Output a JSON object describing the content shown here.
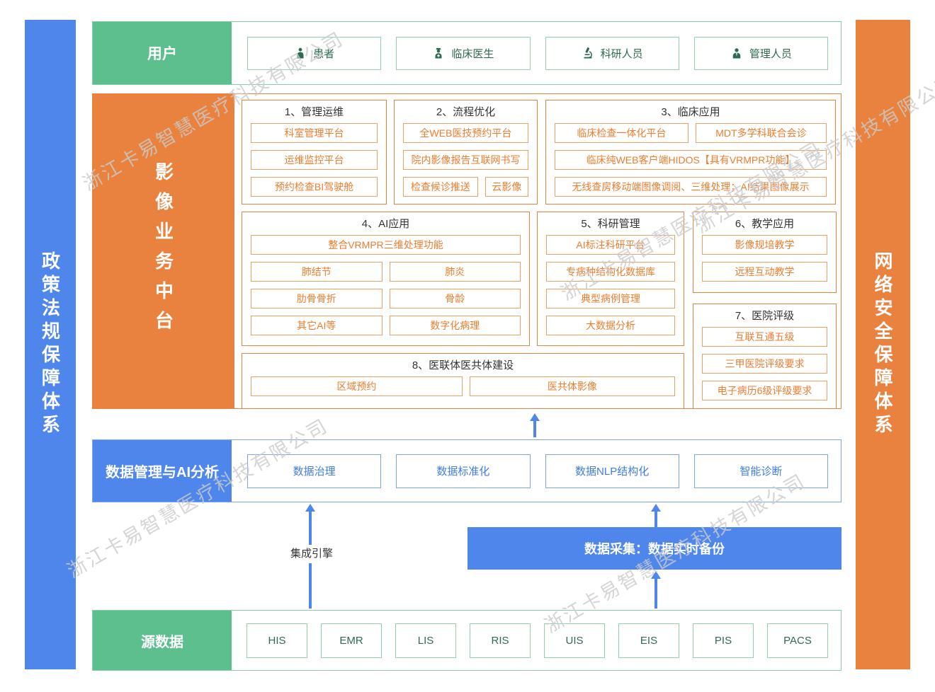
{
  "watermark": {
    "text": "浙江卡易智慧医疗科技有限公司"
  },
  "side_bars": {
    "left": {
      "label": "政策法规保障体系"
    },
    "right": {
      "label": "网络安全保障体系"
    }
  },
  "users": {
    "label": "用户",
    "items": [
      {
        "label": "患者",
        "icon": "patient-icon"
      },
      {
        "label": "临床医生",
        "icon": "doctor-icon"
      },
      {
        "label": "科研人员",
        "icon": "microscope-icon"
      },
      {
        "label": "管理人员",
        "icon": "admin-icon"
      }
    ]
  },
  "middle": {
    "label": "影像业务中台",
    "groups": [
      {
        "title": "1、管理运维",
        "items": [
          "科室管理平台",
          "运维监控平台",
          "预约检查BI驾驶舱"
        ]
      },
      {
        "title": "2、流程优化",
        "items": [
          "全WEB医技预约平台",
          "院内影像报告互联网书写",
          "检查候诊推送",
          "云影像"
        ]
      },
      {
        "title": "3、临床应用",
        "items": [
          "临床检查一体化平台",
          "MDT多学科联合会诊",
          "临床纯WEB客户端HIDOS【具有VRMPR功能】",
          "无线查房移动端图像调阅、三维处理；AI结果图像展示"
        ]
      },
      {
        "title": "4、AI应用",
        "items": [
          "整合VRMPR三维处理功能",
          "肺结节",
          "肺炎",
          "肋骨骨折",
          "骨龄",
          "其它AI等",
          "数字化病理"
        ]
      },
      {
        "title": "5、科研管理",
        "items": [
          "AI标注科研平台",
          "专病种结构化数据库",
          "典型病例管理",
          "大数据分析"
        ]
      },
      {
        "title": "6、教学应用",
        "items": [
          "影像规培教学",
          "远程互动教学"
        ]
      },
      {
        "title": "7、医院评级",
        "items": [
          "互联互通五级",
          "三甲医院评级要求",
          "电子病历6级评级要求"
        ]
      },
      {
        "title": "8、医联体医共体建设",
        "items": [
          "区域预约",
          "医共体影像"
        ]
      }
    ]
  },
  "data_mgmt": {
    "label": "数据管理与AI分析",
    "items": [
      "数据治理",
      "数据标准化",
      "数据NLP结构化",
      "智能诊断"
    ]
  },
  "integration": {
    "label": "集成引擎"
  },
  "data_collect": {
    "label": "数据采集：数据实时备份"
  },
  "source": {
    "label": "源数据",
    "items": [
      "HIS",
      "EMR",
      "LIS",
      "RIS",
      "UIS",
      "EIS",
      "PIS",
      "PACS"
    ]
  },
  "colors": {
    "green": "#5dbe8e",
    "green_border": "#8fd4ad",
    "green_text": "#2d6a4f",
    "orange": "#e8823e",
    "orange_item_text": "#ed7d2f",
    "blue": "#4e86ec",
    "blue_text": "#3f7ce8",
    "title_text": "#333333",
    "watermark": "#cbcbcb"
  }
}
